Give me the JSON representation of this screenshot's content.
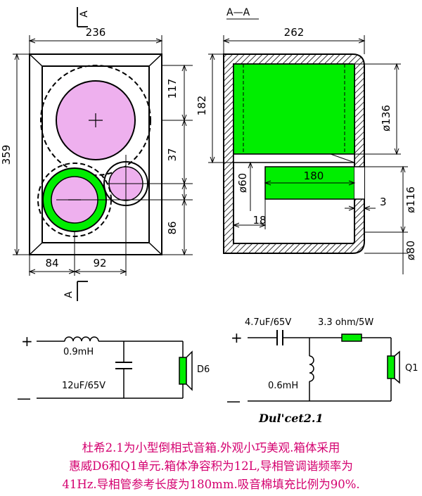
{
  "front_view": {
    "width_label": "236",
    "height_label": "359",
    "dim_117": "117",
    "dim_37": "37",
    "dim_86": "86",
    "dim_84": "84",
    "dim_92": "92",
    "section_mark_top": "A",
    "section_mark_bottom": "A"
  },
  "section_view": {
    "title": "A—A",
    "width_label": "262",
    "height_182": "182",
    "dia_136": "ø136",
    "port_length": "180",
    "dia_60": "ø60",
    "dim_18": "18",
    "dim_3": "3",
    "dia_116": "ø116",
    "dia_80": "ø80"
  },
  "crossover_left": {
    "plus": "+",
    "minus": "—",
    "inductor": "0.9mH",
    "capacitor": "12uF/65V",
    "driver": "D6"
  },
  "crossover_right": {
    "plus": "+",
    "minus": "—",
    "capacitor": "4.7uF/65V",
    "resistor": "3.3 ohm/5W",
    "inductor": "0.6mH",
    "driver": "Q1"
  },
  "model_name": "Dul'cet2.1",
  "description": [
    "杜希2.1为小型倒相式音箱.外观小巧美观.箱体采用",
    "惠威D6和Q1单元.箱体净容积为12L,导相管调谐频率为",
    "41Hz.导相管参考长度为180mm.吸音棉填充比例为90%."
  ],
  "colors": {
    "green": "#00ee00",
    "pink": "#eeb0ee",
    "description_text": "#d4006f"
  }
}
